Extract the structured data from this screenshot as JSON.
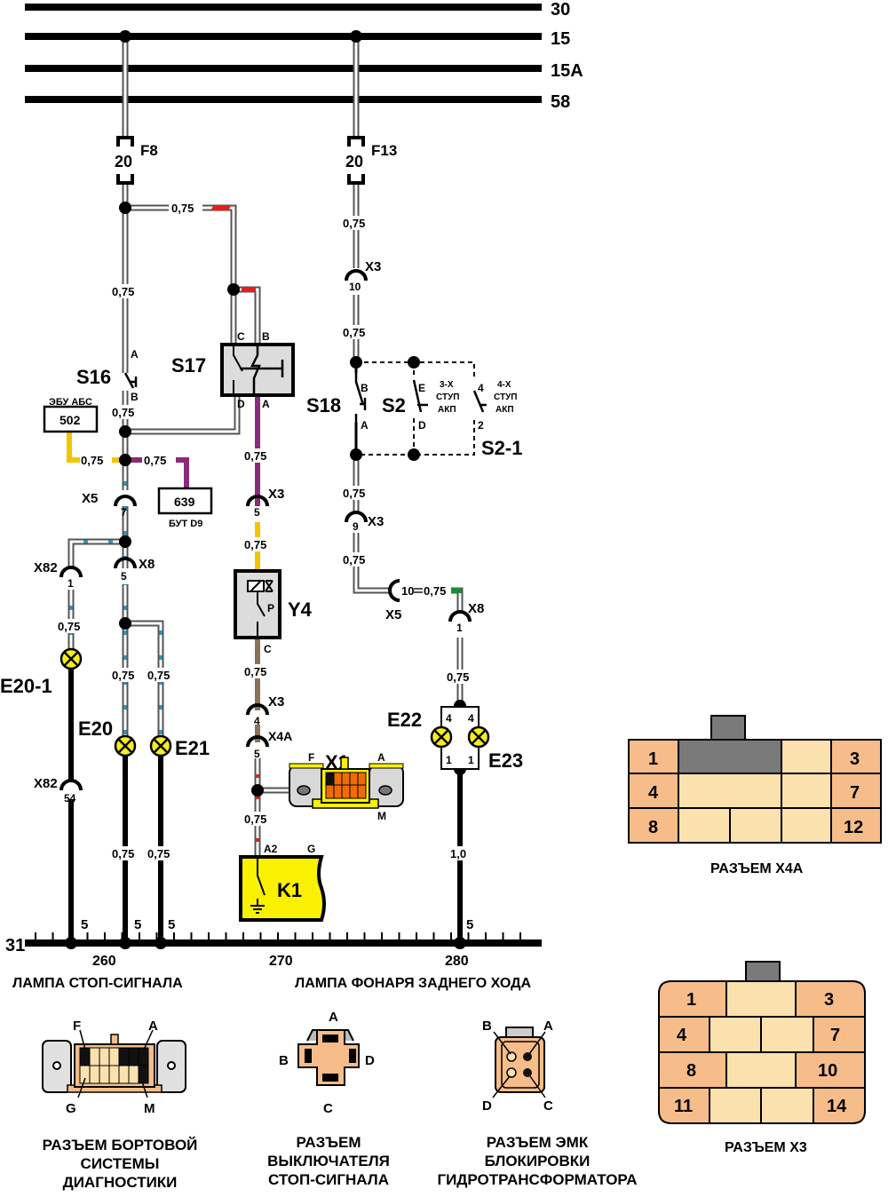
{
  "buses": [
    {
      "label": "30"
    },
    {
      "label": "15"
    },
    {
      "label": "15A"
    },
    {
      "label": "58"
    }
  ],
  "fuses": [
    {
      "id": "F8",
      "rating": "20"
    },
    {
      "id": "F13",
      "rating": "20"
    }
  ],
  "wire_gauge": "0,75",
  "wire_gauge_ground_e23": "1,0",
  "switches": {
    "s16": {
      "id": "S16",
      "pin_top": "A",
      "pin_bottom": "B"
    },
    "s17": {
      "id": "S17",
      "pins": [
        "C",
        "B",
        "D",
        "A"
      ]
    },
    "s18": {
      "id": "S18",
      "pin_top": "B",
      "pin_bottom": "A"
    },
    "s2": {
      "id": "S2",
      "pin_top": "E",
      "pin_bottom": "D",
      "note_line1": "3-Х",
      "note_line2": "СТУП",
      "note_line3": "АКП"
    },
    "s2_1": {
      "id": "S2-1",
      "pin_top": "4",
      "pin_bottom": "2",
      "note_line1": "4-Х",
      "note_line2": "СТУП",
      "note_line3": "АКП"
    }
  },
  "modules": {
    "abs": {
      "title": "ЭБУ АБС",
      "code": "502"
    },
    "but": {
      "title": "БУТ D9",
      "code": "639"
    },
    "y4": {
      "id": "Y4",
      "pin_p": "P",
      "pin_c": "C"
    },
    "k1": {
      "id": "K1",
      "pin_a2": "A2",
      "pin_g": "G"
    },
    "x1": {
      "id": "X1",
      "pin_f": "F",
      "pin_a": "A",
      "pin_m": "M"
    }
  },
  "connectors_inline": {
    "x3_10": {
      "name": "X3",
      "pin": "10"
    },
    "x3_9": {
      "name": "X3",
      "pin": "9"
    },
    "x3_5": {
      "name": "X3",
      "pin": "5"
    },
    "x3_4": {
      "name": "X3",
      "pin": "4"
    },
    "x4a_5": {
      "name": "X4A",
      "pin": "5"
    },
    "x5_7": {
      "name": "X5",
      "pin": "7"
    },
    "x5_10": {
      "name": "X5",
      "pin": "10"
    },
    "x8_5": {
      "name": "X8",
      "pin": "5"
    },
    "x8_1": {
      "name": "X8",
      "pin": "1"
    },
    "x82_1": {
      "name": "X82",
      "pin": "1"
    },
    "x82_54": {
      "name": "X82",
      "pin": "54"
    }
  },
  "lamps": {
    "e20_1": {
      "id": "E20-1"
    },
    "e20": {
      "id": "E20"
    },
    "e21": {
      "id": "E21"
    },
    "e22": {
      "id": "E22",
      "pin_top": "4",
      "pin_bottom": "1"
    },
    "e23": {
      "id": "E23",
      "pin_top": "4",
      "pin_bottom": "1"
    }
  },
  "ground_bus": {
    "label": "31",
    "ground_pins": [
      "5",
      "5",
      "5",
      "5"
    ],
    "grid_refs": [
      "260",
      "270",
      "280"
    ],
    "section_titles": [
      "ЛАМПА СТОП-СИГНАЛА",
      "ЛАМПА ФОНАРЯ ЗАДНЕГО ХОДА"
    ]
  },
  "connector_views": {
    "x4a": {
      "caption": "РАЗЪЕМ X4A",
      "pins": [
        "1",
        "3",
        "4",
        "7",
        "8",
        "12"
      ]
    },
    "x3": {
      "caption": "РАЗЪЕМ X3",
      "pins": [
        "1",
        "3",
        "4",
        "7",
        "8",
        "10",
        "11",
        "14"
      ]
    },
    "obd": {
      "caption_line1": "РАЗЪЕМ БОРТОВОЙ",
      "caption_line2": "СИСТЕМЫ",
      "caption_line3": "ДИАГНОСТИКИ",
      "pins": [
        "F",
        "A",
        "G",
        "M"
      ]
    },
    "brake_switch": {
      "caption_line1": "РАЗЪЕМ",
      "caption_line2": "ВЫКЛЮЧАТЕЛЯ",
      "caption_line3": "СТОП-СИГНАЛА",
      "pins": [
        "A",
        "B",
        "D",
        "C"
      ]
    },
    "tcc_solenoid": {
      "caption_line1": "РАЗЪЕМ ЭМК",
      "caption_line2": "БЛОКИРОВКИ",
      "caption_line3": "ГИДРОТРАНСФОРМАТОРА",
      "pins": [
        "B",
        "A",
        "D",
        "C"
      ]
    }
  },
  "colors": {
    "wire_white": "#ffffff",
    "wire_outline": "#555555",
    "wire_violet": "#8b2a7a",
    "wire_yellow": "#f5c400",
    "wire_brown": "#8a7256",
    "stripe_blue": "#2a9bc4",
    "stripe_red": "#e0201a",
    "stripe_green": "#1e8a3a",
    "lamp_yellow": "#f5ef1a",
    "k1_yellow": "#f9f100",
    "pin_dark": "#f6bd8a",
    "pin_light": "#fbe1ae",
    "key_gray": "#7a7a7a",
    "switch_box": "#dcdcdc",
    "x1_orange": "#f26b00"
  }
}
